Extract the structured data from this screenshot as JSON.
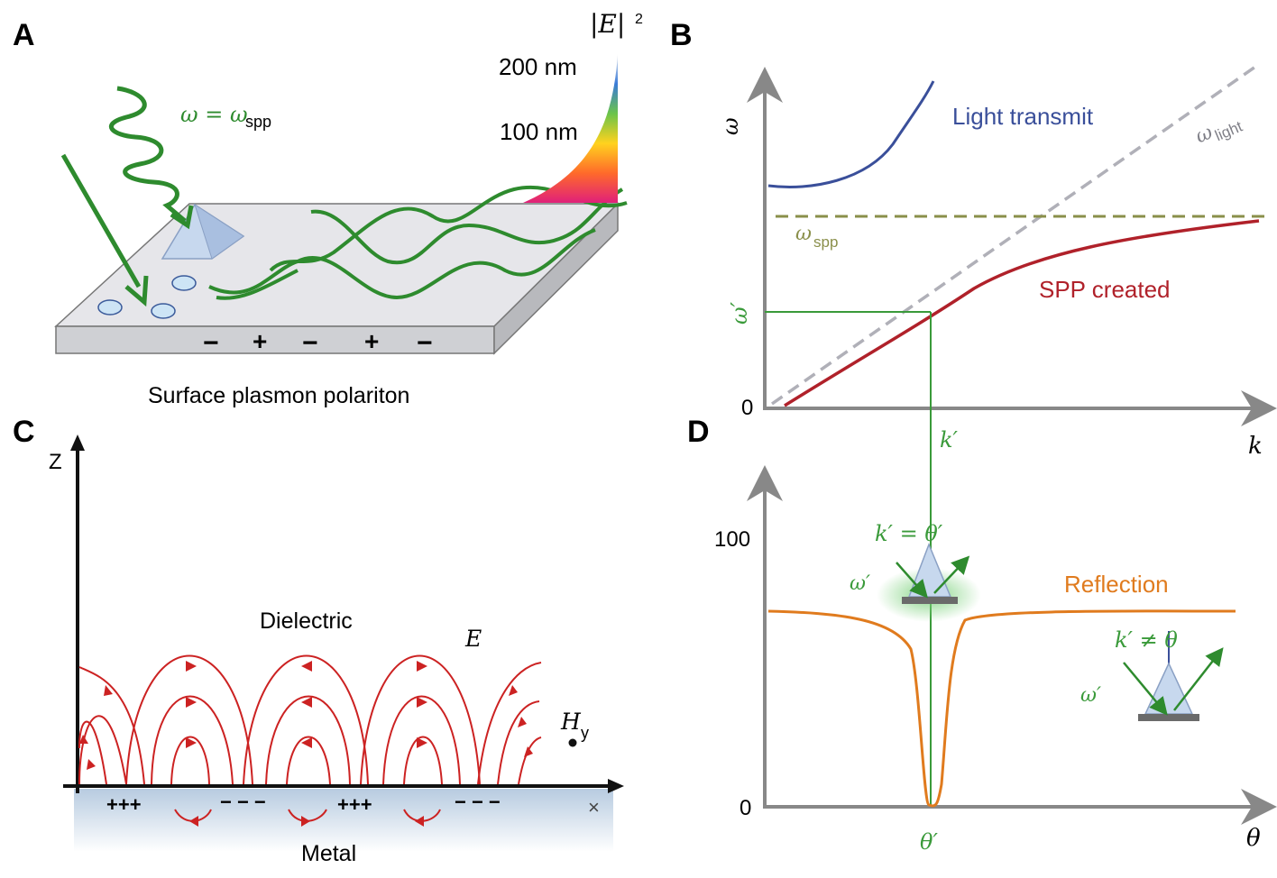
{
  "panelA": {
    "letter": "A",
    "omega_eq": "ω = ω",
    "omega_sub": "spp",
    "e_label": "|E|",
    "e_sup": "2",
    "tick_200": "200 nm",
    "tick_100": "100 nm",
    "charges": [
      "−",
      "+",
      "−",
      "+",
      "−"
    ],
    "caption": "Surface plasmon polariton"
  },
  "panelB": {
    "letter": "B",
    "y_label": "ω",
    "x_label": "k",
    "origin": "0",
    "light_transmit": "Light transmit",
    "omega_light": "ω",
    "omega_light_sub": "light",
    "omega_spp": "ω",
    "omega_spp_sub": "spp",
    "spp_created": "SPP created",
    "omega_prime": "ω′",
    "k_prime": "k′",
    "colors": {
      "blue": "#3a4f9a",
      "red": "#b0212a",
      "olive": "#8a8f4a",
      "green": "#3a9a3a",
      "gray": "#b0b0b8"
    }
  },
  "panelC": {
    "letter": "C",
    "z_label": "Z",
    "x_label": "×",
    "dielectric": "Dielectric",
    "E_label": "E",
    "H_label": "H",
    "H_sub": "y",
    "metal": "Metal",
    "charges": [
      "+++",
      "− − −",
      "+++",
      "− − −"
    ]
  },
  "panelD": {
    "letter": "D",
    "tick_100": "100",
    "tick_0": "0",
    "x_label": "θ",
    "theta_prime": "θ′",
    "reflection": "Reflection",
    "eq_match": "k′ = θ′",
    "eq_nomatch": "k′ ≠ θ",
    "omega_prime_1": "ω′",
    "omega_prime_2": "ω′",
    "colors": {
      "orange": "#e07b1e"
    }
  }
}
